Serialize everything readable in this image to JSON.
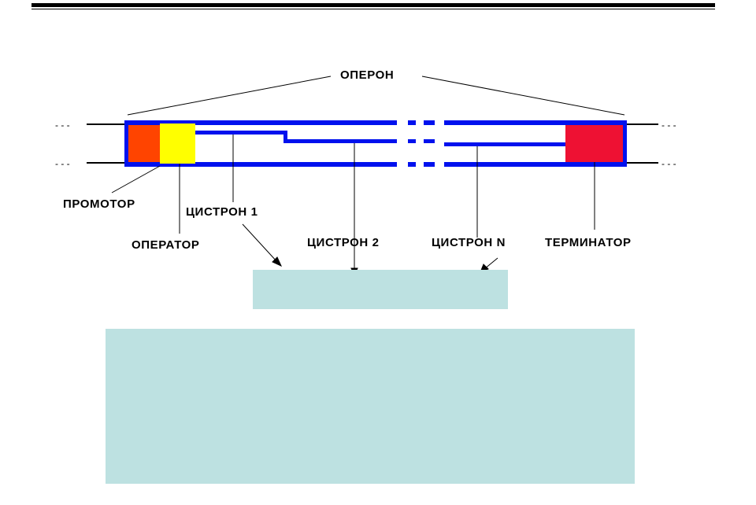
{
  "colors": {
    "frame": "#0011ee",
    "promoter": "#ff4400",
    "operator": "#ffff00",
    "terminator": "#ee1133",
    "info_box": "#bde1e1",
    "line": "#000000"
  },
  "labels": {
    "operon": "ОПЕРОН",
    "promoter": "ПРОМОТОР",
    "operator": "ОПЕРАТОР",
    "cistron_1": "ЦИСТРОН 1",
    "cistron_2": "ЦИСТРОН 2",
    "cistron_n": "ЦИСТРОН N",
    "terminator": "ТЕРМИНАТОР"
  },
  "dna_ends": {
    "left": "- - -",
    "right": "- - -"
  }
}
